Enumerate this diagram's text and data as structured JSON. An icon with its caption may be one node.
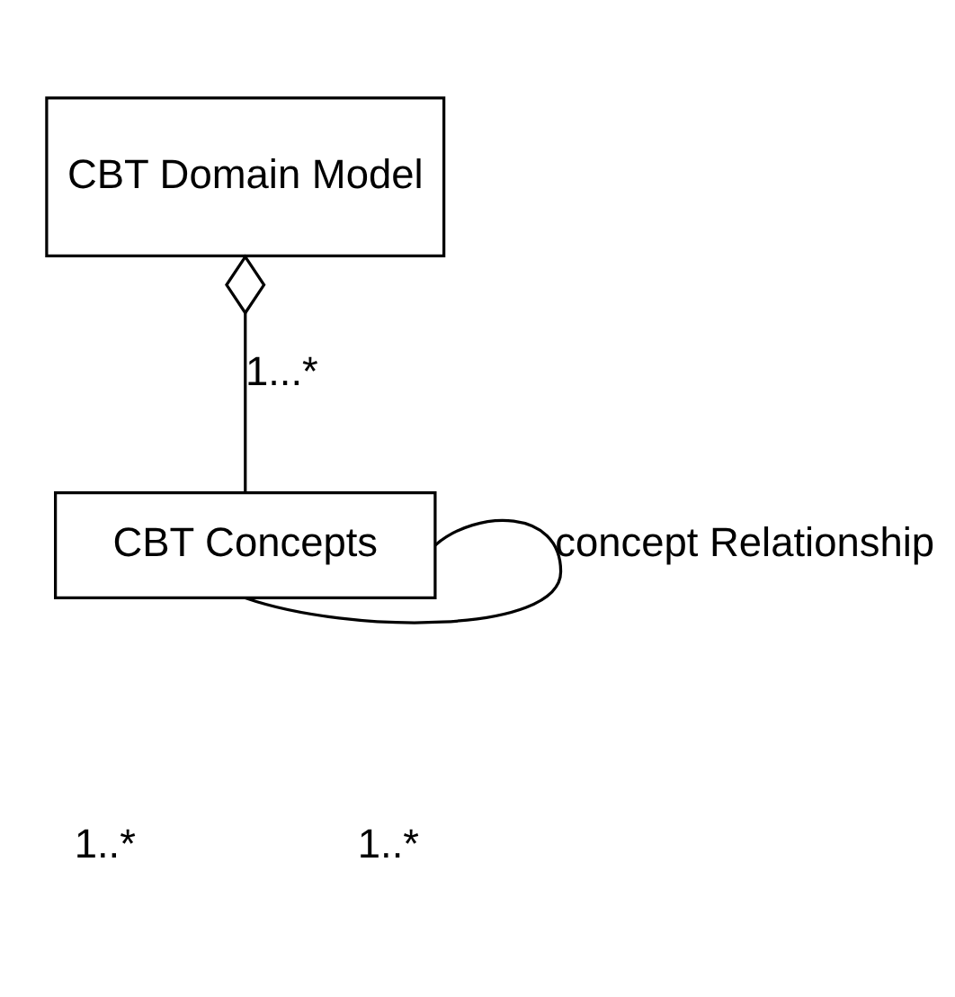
{
  "diagram": {
    "nodes": [
      {
        "text": [
          "CBT Domain Model"
        ]
      },
      {
        "text": [
          "CBT Concepts"
        ]
      }
    ],
    "edges": [
      {
        "from": 0,
        "to": 1,
        "arrow": "other",
        "label": "1...*"
      },
      {
        "from": 1,
        "to": 1,
        "arrow": "none",
        "label": "concept Relationship"
      }
    ],
    "labels": [
      "1..*",
      "1..*"
    ]
  }
}
